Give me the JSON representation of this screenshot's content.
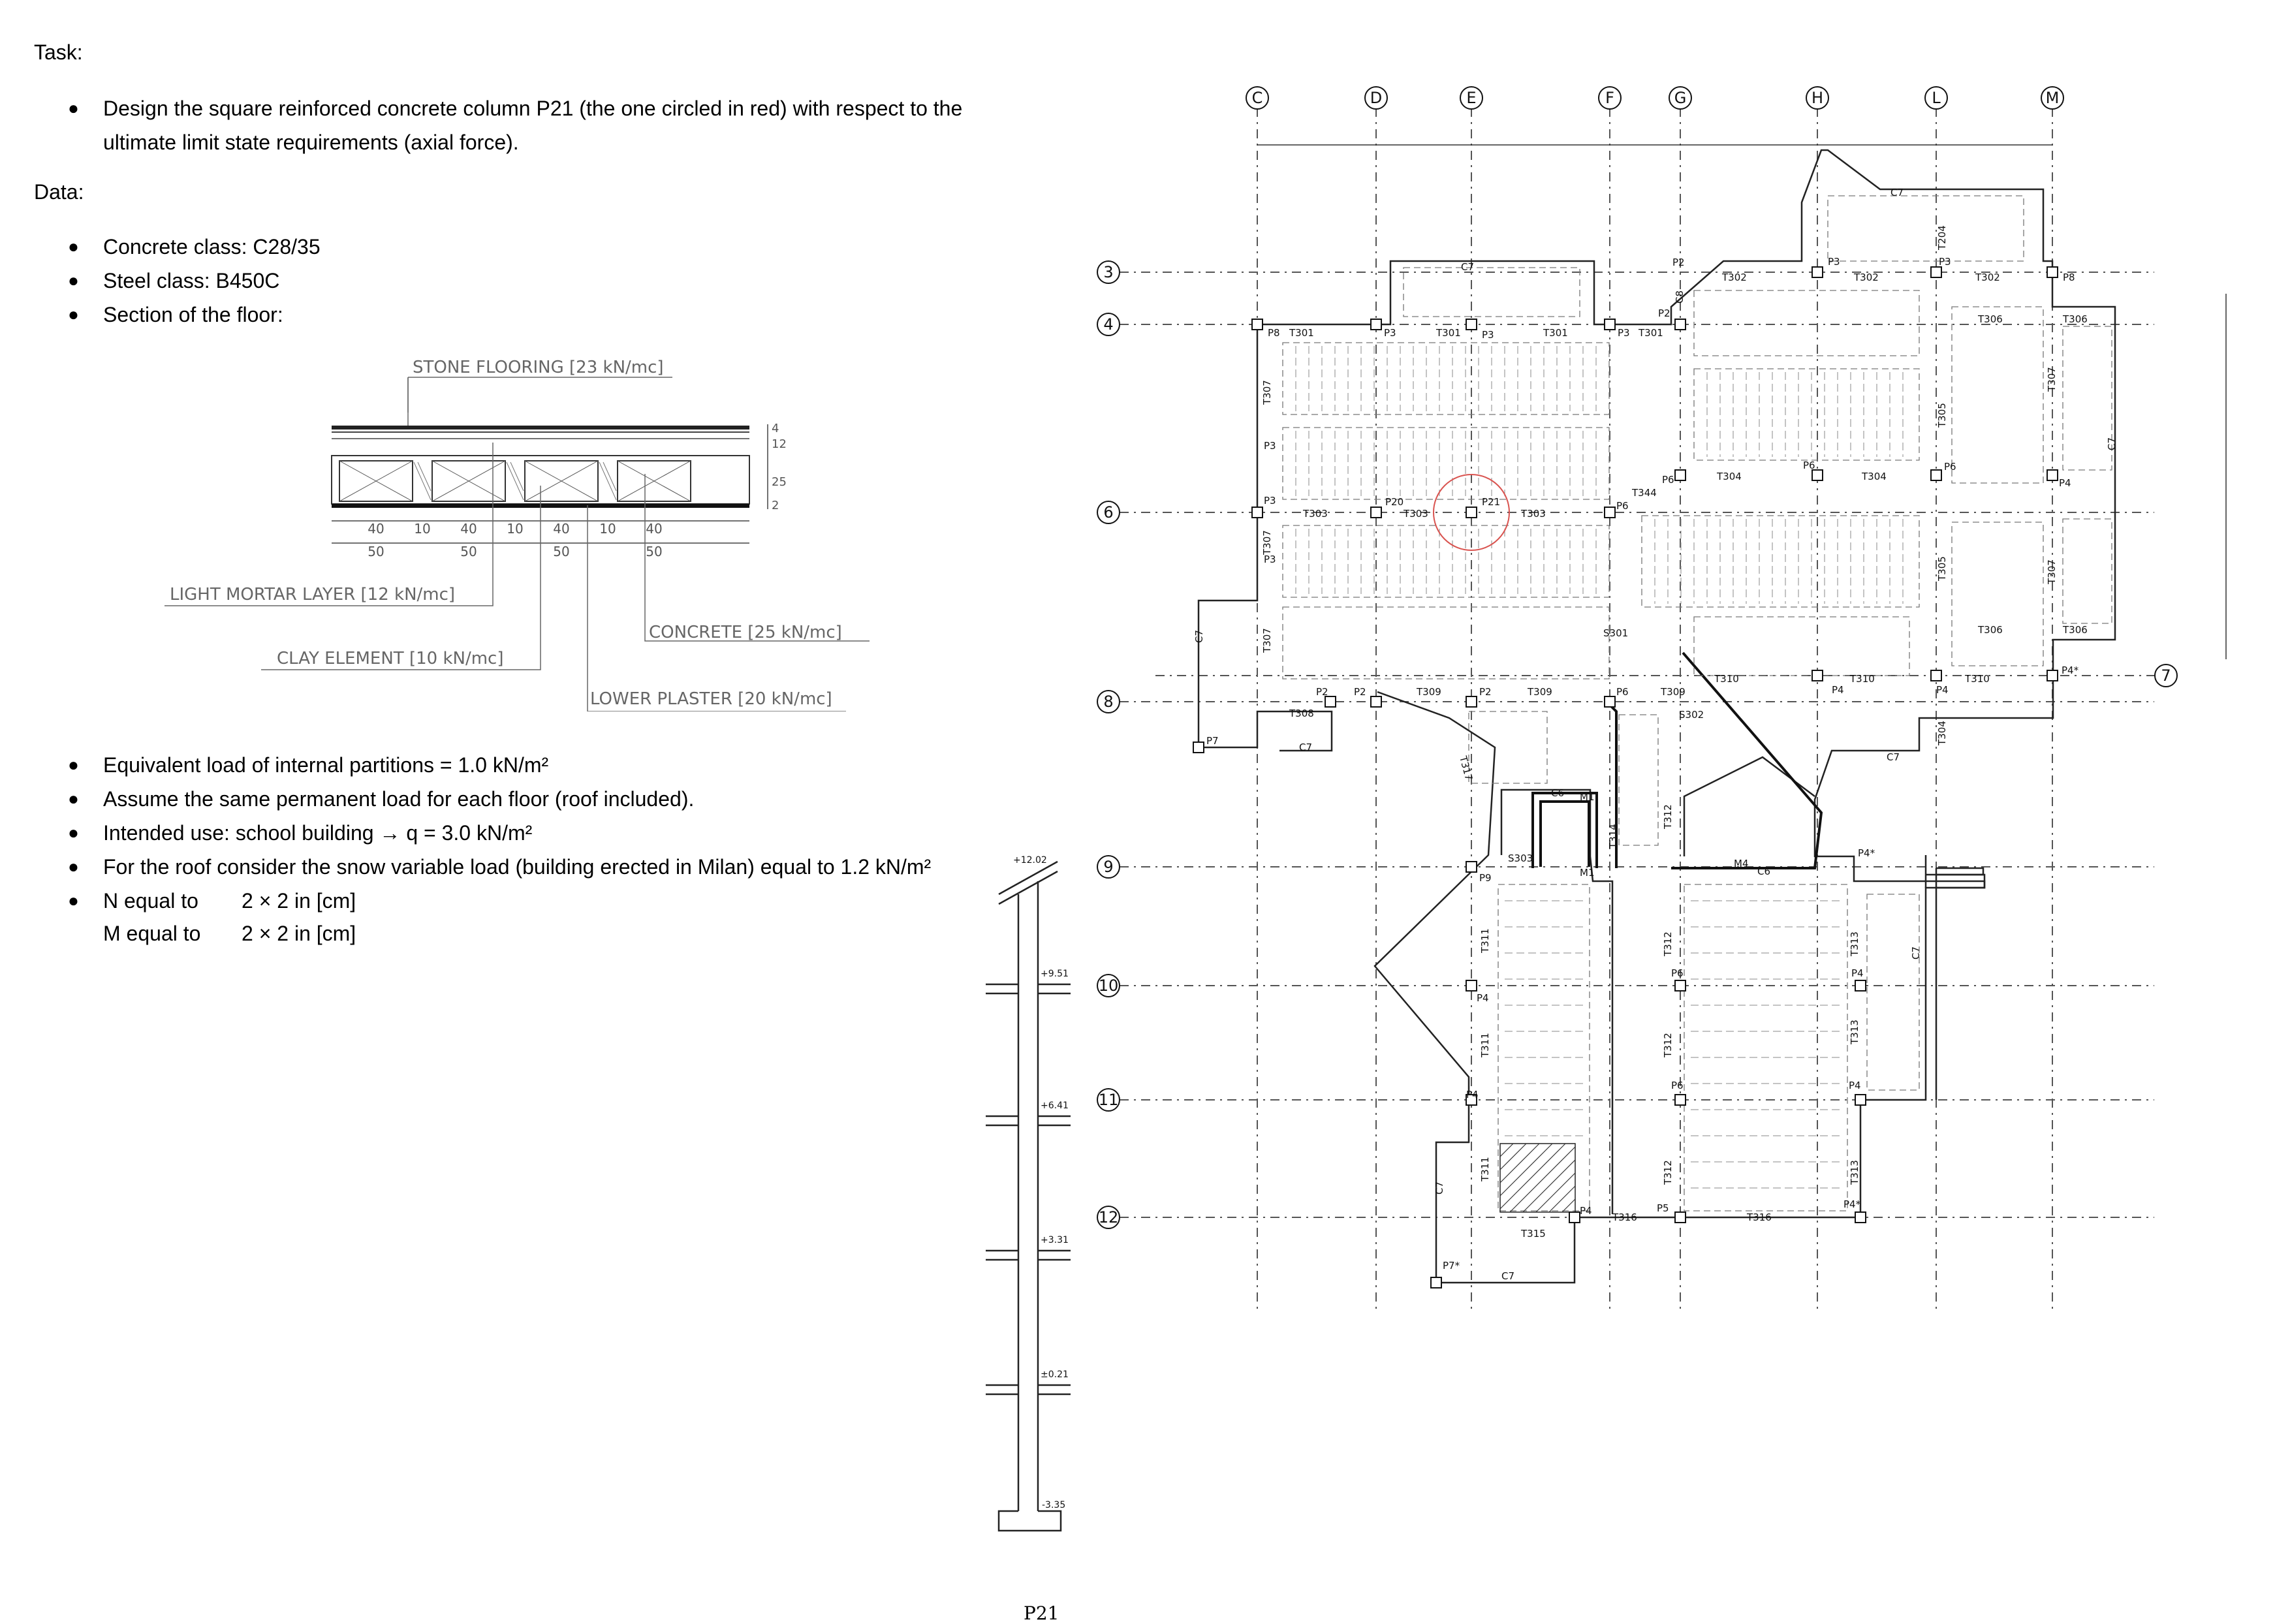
{
  "task": {
    "heading": "Task:",
    "item": "Design the square reinforced concrete column P21 (the one circled in red) with respect to the ultimate limit state requirements (axial force)."
  },
  "data": {
    "heading": "Data:",
    "items": [
      "Concrete class: C28/35",
      "Steel class: B450C",
      "Section of the floor:"
    ]
  },
  "section": {
    "labels": {
      "stone": "STONE FLOORING [23 kN/mc]",
      "mortar": "LIGHT MORTAR LAYER [12 kN/mc]",
      "clay": "CLAY ELEMENT [10 kN/mc]",
      "concrete": "CONCRETE [25 kN/mc]",
      "plaster": "LOWER PLASTER [20 kN/mc]"
    },
    "dims_inner": [
      "40",
      "10",
      "40",
      "10",
      "40",
      "10",
      "40"
    ],
    "dims_outer": [
      "50",
      "50",
      "50",
      "50"
    ],
    "dims_vertical": [
      "4",
      "12",
      "25",
      "2"
    ]
  },
  "loads": {
    "partitions": "Equivalent load of internal partitions = 1.0 kN/m²",
    "permanent": "Assume the same permanent load for each floor (roof included).",
    "use": "Intended use: school building → q = 3.0 kN/m²",
    "snow": "For the roof consider the snow variable load (building erected in Milan) equal to 1.2 kN/m²",
    "n_label": "N equal to",
    "n_value": "2 × 2 in [cm]",
    "m_label": "M equal to",
    "m_value": "2 × 2 in [cm]"
  },
  "elevation": {
    "levels": [
      "+12.02",
      "+9.51",
      "+6.41",
      "+3.31",
      "±0.21",
      "-3.35"
    ],
    "caption": "P21"
  },
  "plan": {
    "col_axes": [
      "C",
      "D",
      "E",
      "F",
      "G",
      "H",
      "L",
      "M"
    ],
    "row_axes": [
      "3",
      "4",
      "6",
      "7",
      "8",
      "9",
      "10",
      "11",
      "12"
    ],
    "target_column": "P21",
    "target_color": "#d9534f",
    "labels": {
      "t301": "T301",
      "t302": "T302",
      "t303": "T303",
      "t304": "T304",
      "t305": "T305",
      "t306": "T306",
      "t307": "T307",
      "t308": "T308",
      "t309": "T309",
      "t310": "T310",
      "t311": "T311",
      "t312": "T312",
      "t313": "T313",
      "t314": "T314",
      "t315": "T315",
      "t316": "T316",
      "t317": "T317",
      "t344": "T344",
      "t204": "T204",
      "s301": "S301",
      "s302": "S302",
      "s303": "S303",
      "p2": "P2",
      "p3": "P3",
      "p4": "P4",
      "p4s": "P4*",
      "p5": "P5",
      "p6": "P6",
      "p7": "P7",
      "p7s": "P7*",
      "p8": "P8",
      "p9": "P9",
      "p20": "P20",
      "c6": "C6",
      "c7": "C7",
      "c8": "C8",
      "m1": "M1",
      "m4": "M4"
    }
  }
}
